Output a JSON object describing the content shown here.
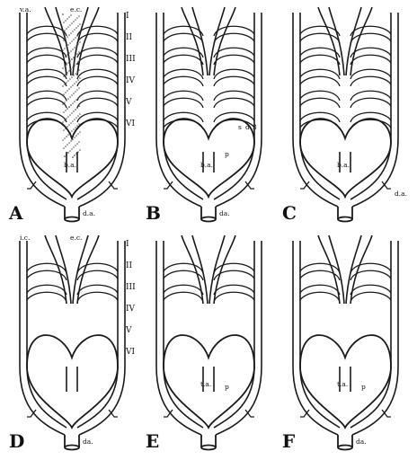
{
  "figure": {
    "panels": [
      {
        "id": "A",
        "letter": "A",
        "bottom_label": "d.a.",
        "center_label": "b.a.",
        "top_labels": [
          "v.a.",
          "e.c."
        ]
      },
      {
        "id": "B",
        "letter": "B",
        "bottom_label": "da.",
        "center_label": "b.a.",
        "side_label": "p",
        "marks": [
          "s",
          "d",
          "3"
        ]
      },
      {
        "id": "C",
        "letter": "C",
        "bottom_label": "",
        "center_label": "b.a.",
        "right_label": "d.a."
      },
      {
        "id": "D",
        "letter": "D",
        "bottom_label": "da.",
        "top_labels": [
          "i.c.",
          "e.c."
        ]
      },
      {
        "id": "E",
        "letter": "E",
        "bottom_label": "",
        "center_label": "t.a.",
        "side_label": "p"
      },
      {
        "id": "F",
        "letter": "F",
        "bottom_label": "da.",
        "center_label": "t.a.",
        "side_label": "p"
      }
    ],
    "arch_numerals_top": [
      "I",
      "II",
      "III",
      "IV",
      "V",
      "VI"
    ],
    "arch_numerals_bottom": [
      "I",
      "II",
      "III",
      "IV",
      "V",
      "VI"
    ]
  }
}
